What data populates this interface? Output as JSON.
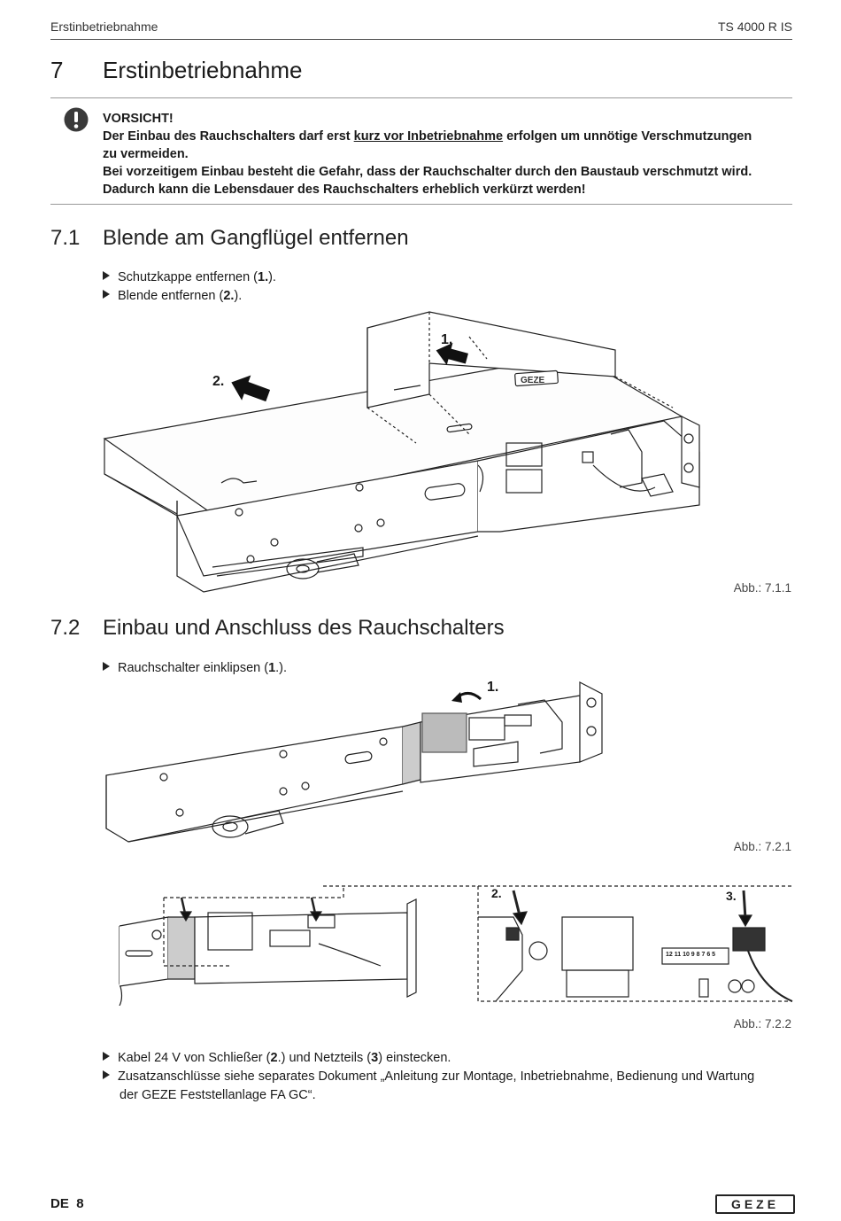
{
  "header": {
    "left": "Erstinbetriebnahme",
    "right": "TS 4000 R IS"
  },
  "section7": {
    "number": "7",
    "title": "Erstinbetriebnahme",
    "warning": {
      "title": "VORSICHT!",
      "line1_pre": "Der Einbau des Rauchschalters darf erst ",
      "line1_u": "kurz vor Inbetriebnahme",
      "line1_post": " erfolgen um unnötige Verschmutzungen",
      "line2": "zu vermeiden.",
      "line3": "Bei vorzeitigem Einbau besteht die Gefahr, dass der Rauchschalter durch den Baustaub verschmutzt wird.",
      "line4": "Dadurch kann die Lebensdauer des Rauchschalters erheblich verkürzt werden!"
    }
  },
  "section71": {
    "number": "7.1",
    "title": "Blende am Gangflügel entfernen",
    "bullets": [
      {
        "pre": "Schutzkappe entfernen (",
        "bold": "1.",
        "post": ")."
      },
      {
        "pre": "Blende entfernen (",
        "bold": "2.",
        "post": ")."
      }
    ],
    "figure": {
      "label1": "1.",
      "label2": "2.",
      "logo": "GEZE"
    },
    "caption": "Abb.: 7.1.1"
  },
  "section72": {
    "number": "7.2",
    "title": "Einbau und Anschluss des Rauchschalters",
    "bullet": {
      "pre": "Rauchschalter einklipsen (",
      "bold": "1",
      "post": ".)."
    },
    "figure1": {
      "label1": "1."
    },
    "caption1": "Abb.: 7.2.1",
    "figure2": {
      "label2": "2.",
      "label3": "3.",
      "terminal": "12 11 10 9 8 7 6 5"
    },
    "caption2": "Abb.: 7.2.2",
    "bullets2": [
      {
        "a": "Kabel 24 V von Schließer (",
        "b": "2",
        "c": ".) und Netzteils (",
        "d": "3",
        "e": ") einstecken."
      },
      {
        "a": "Zusatzanschlüsse siehe separates Dokument „Anleitung zur Montage, Inbetriebnahme, Bedienung und Wartung",
        "cont": "der GEZE Feststellanlage FA GC“."
      }
    ]
  },
  "footer": {
    "lang": "DE",
    "page": "8",
    "logo": "GEZE"
  }
}
